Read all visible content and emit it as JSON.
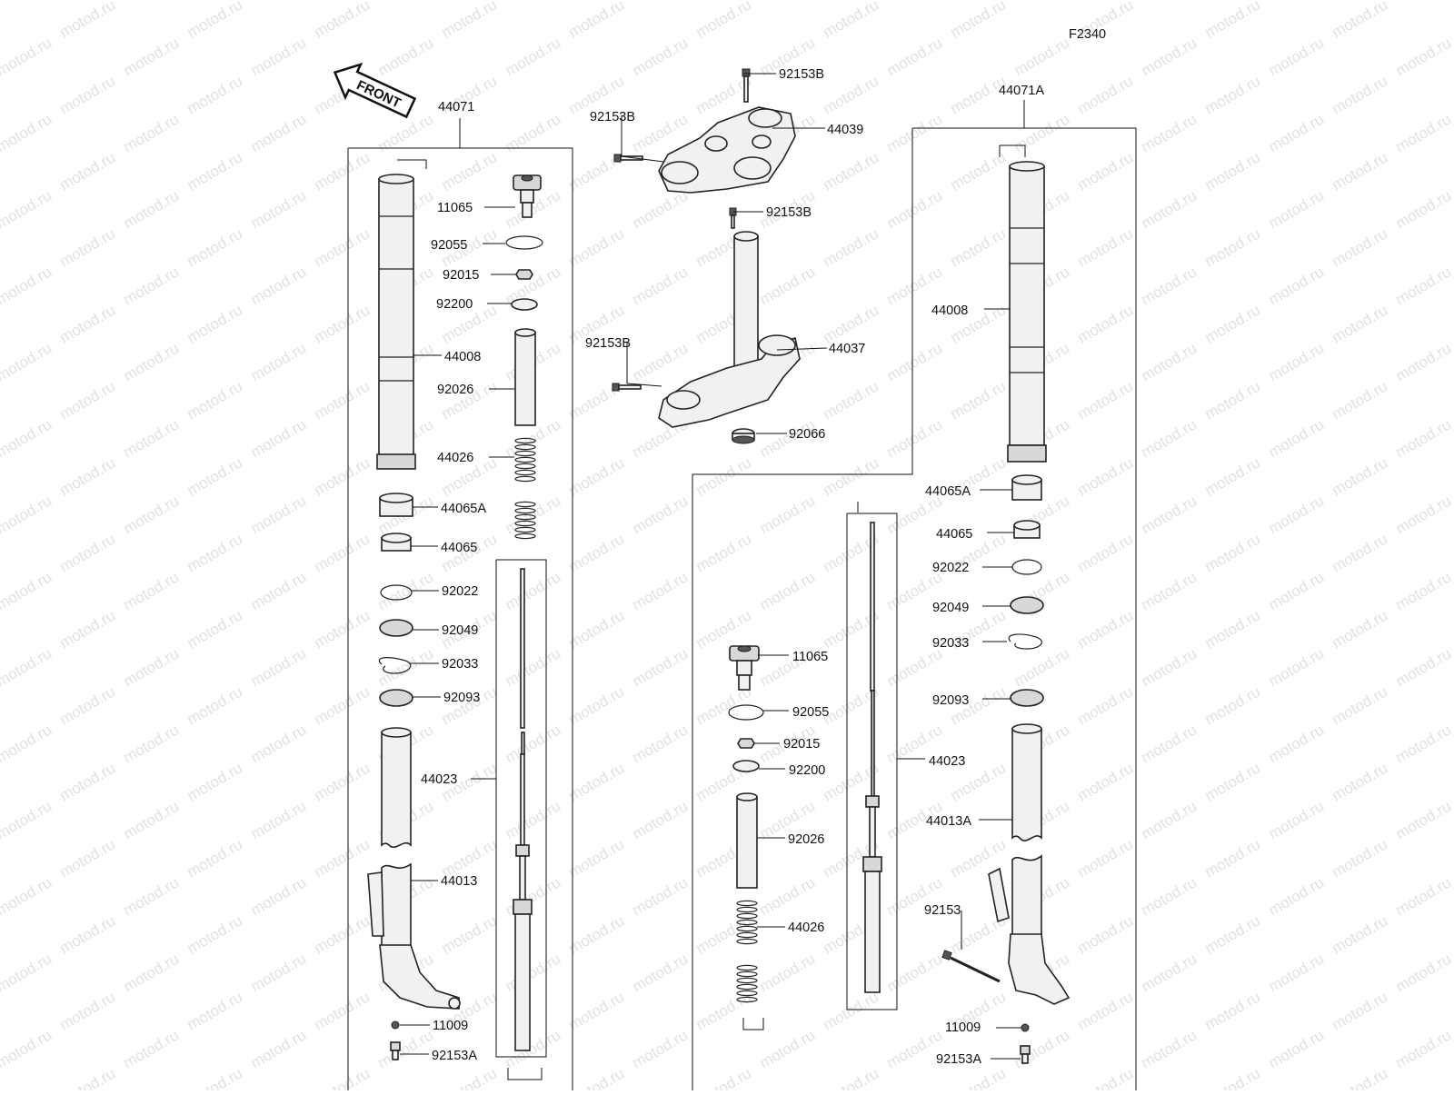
{
  "figure_code": "F2340",
  "front_label": "FRONT",
  "watermark_text": "motod.ru",
  "groups": {
    "left_fork": "44071",
    "right_fork": "44071A"
  },
  "labels": {
    "top_bolt_1": "92153B",
    "upper_clamp": "44039",
    "top_bolt_2": "92153B",
    "top_bolt_3": "92153B",
    "stem_bolt": "92153B",
    "lower_clamp": "44037",
    "stem_seal": "92066",
    "l_11065": "11065",
    "l_92055": "92055",
    "l_92015": "92015",
    "l_92200": "92200",
    "l_44008": "44008",
    "l_92026": "92026",
    "l_44026": "44026",
    "l_44065A": "44065A",
    "l_44065": "44065",
    "l_92022": "92022",
    "l_92049": "92049",
    "l_92033": "92033",
    "l_92093": "92093",
    "l_44023": "44023",
    "l_44013": "44013",
    "l_11009": "11009",
    "l_92153A": "92153A",
    "r_44008": "44008",
    "r_44065A": "44065A",
    "r_44065": "44065",
    "r_92022": "92022",
    "r_92049": "92049",
    "r_92033": "92033",
    "r_11065": "11065",
    "r_92093": "92093",
    "r_92055": "92055",
    "r_92015": "92015",
    "r_92200": "92200",
    "r_44023": "44023",
    "r_44013A": "44013A",
    "r_92026": "92026",
    "r_92153": "92153",
    "r_44026": "44026",
    "r_11009": "11009",
    "r_92153A": "92153A"
  }
}
